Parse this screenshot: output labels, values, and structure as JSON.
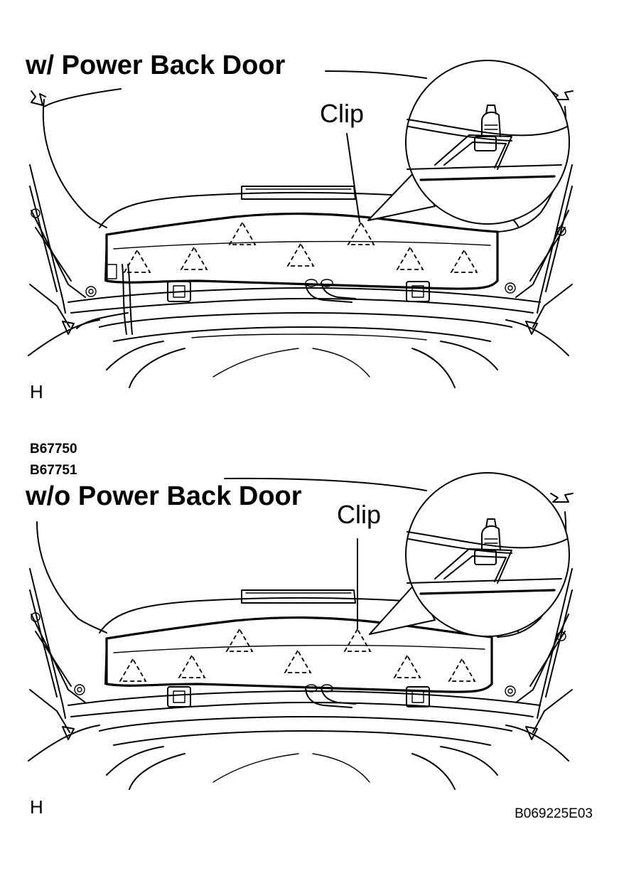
{
  "panels": [
    {
      "heading": "w/ Power Back Door",
      "clip_label": "Clip",
      "view_label": "H"
    },
    {
      "heading": "w/o Power Back Door",
      "clip_label": "Clip",
      "view_label": "H"
    }
  ],
  "codes": [
    "B67750",
    "B67751"
  ],
  "figure_id": "B069225E03",
  "icons": [
    "clip-detail-magnifier-icon",
    "hidden-clip-location-icon"
  ]
}
